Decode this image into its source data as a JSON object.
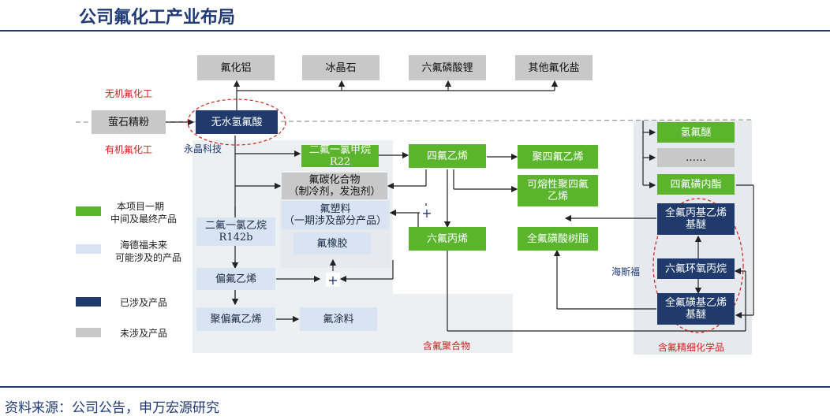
{
  "header": {
    "title": "公司氟化工产业布局"
  },
  "footer": {
    "source": "资料来源：公司公告，申万宏源研究"
  },
  "labels": {
    "inorganic": "无机氟化工",
    "organic": "有机氟化工",
    "yongjing": "永晶科技",
    "hysf": "海斯福",
    "fluoropolymer": "含氟聚合物",
    "fine_chem": "含氟精细化学品",
    "plus1": "+",
    "plus2": "+"
  },
  "legend": [
    {
      "color": "#5ab52c",
      "line1": "本项目一期",
      "line2": "中间及最终产品"
    },
    {
      "color": "#d8e4f2",
      "line1": "海德福未来",
      "line2": "可能涉及的产品"
    },
    {
      "color": "#1f3a6b",
      "line1": "已涉及产品",
      "line2": ""
    },
    {
      "color": "#c8c8c8",
      "line1": "未涉及产品",
      "line2": ""
    }
  ],
  "nodes": {
    "alf3": "氟化铝",
    "cryolite": "冰晶石",
    "lipf6": "六氟磷酸锂",
    "other_salts": "其他氟化盐",
    "fluorite": "萤石精粉",
    "ahf": "无水氢氟酸",
    "r22_l1": "二氟一氯甲烷",
    "r22_l2": "R22",
    "fc_l1": "氟碳化合物",
    "fc_l2": "（制冷剂，发泡剂）",
    "tfe": "四氟乙烯",
    "ptfe": "聚四氟乙烯",
    "pfa_l1": "可熔性聚四氟",
    "pfa_l2": "乙烯",
    "plastics_l1": "氟塑料",
    "plastics_l2": "（一期涉及部分产品）",
    "rubber": "氟橡胶",
    "r142b_l1": "二氟一氯乙烷",
    "r142b_l2": "R142b",
    "vdf": "偏氟乙烯",
    "pvdf": "聚偏氟乙烯",
    "coating": "氟涂料",
    "hfp": "六氟丙烯",
    "pfsa": "全氟磺酸树脂",
    "hfe": "氢氟醚",
    "dots": "……",
    "sultone": "四氟磺内酯",
    "pppve_l1": "全氟丙基乙烯",
    "pppve_l2": "基醚",
    "hfpo": "六氟环氧丙烷",
    "psve_l1": "全氟磺基乙烯",
    "psve_l2": "基醚"
  }
}
